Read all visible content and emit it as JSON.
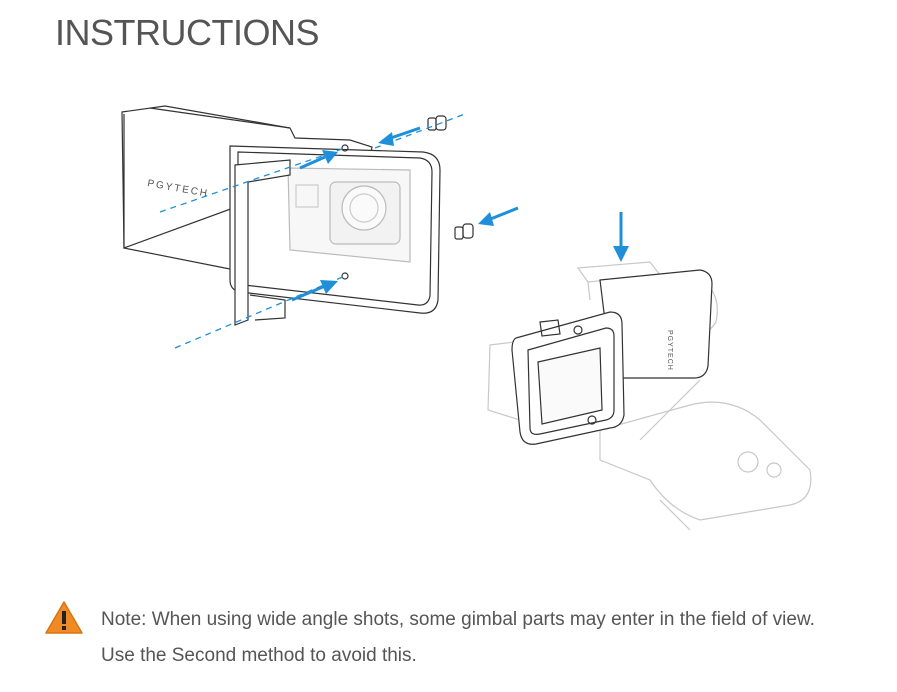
{
  "header": {
    "title": "INSTRUCTIONS"
  },
  "diagram": {
    "brand_text_plate": "PGYTECH",
    "brand_text_mounted": "PGYTECH",
    "arrow_color": "#1e8fd8",
    "line_color": "#333333",
    "faded_color": "#c8c8c8"
  },
  "note": {
    "icon": "warning-triangle-icon",
    "icon_color": "#f08a24",
    "text": "Note: When using wide angle shots, some gimbal parts may enter in the field of view. Use the Second method to avoid this."
  }
}
